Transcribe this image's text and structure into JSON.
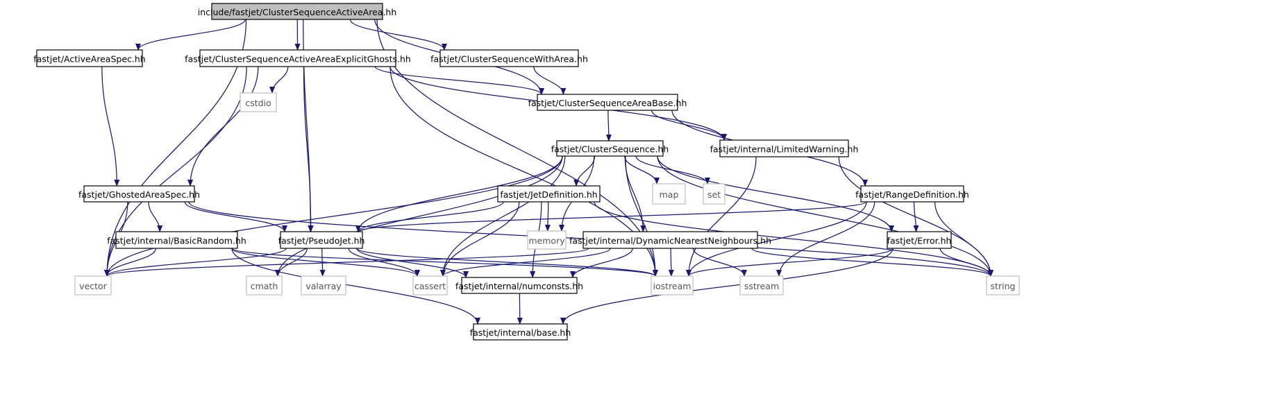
{
  "diagram": {
    "edge_color": "#191970",
    "nodes": [
      {
        "id": "main",
        "label": "include/fastjet/ClusterSequenceActiveArea.hh",
        "kind": "main"
      },
      {
        "id": "activeareaspec",
        "label": "fastjet/ActiveAreaSpec.hh",
        "kind": "local"
      },
      {
        "id": "csaaeg",
        "label": "fastjet/ClusterSequenceActiveAreaExplicitGhosts.hh",
        "kind": "local"
      },
      {
        "id": "cswitharea",
        "label": "fastjet/ClusterSequenceWithArea.hh",
        "kind": "local"
      },
      {
        "id": "csareabase",
        "label": "fastjet/ClusterSequenceAreaBase.hh",
        "kind": "local"
      },
      {
        "id": "cstdio",
        "label": "cstdio",
        "kind": "system"
      },
      {
        "id": "cs",
        "label": "fastjet/ClusterSequence.hh",
        "kind": "local"
      },
      {
        "id": "limitedwarning",
        "label": "fastjet/internal/LimitedWarning.hh",
        "kind": "local"
      },
      {
        "id": "ghostedareaspec",
        "label": "fastjet/GhostedAreaSpec.hh",
        "kind": "local"
      },
      {
        "id": "jetdef",
        "label": "fastjet/JetDefinition.hh",
        "kind": "local"
      },
      {
        "id": "map",
        "label": "map",
        "kind": "system"
      },
      {
        "id": "set",
        "label": "set",
        "kind": "system"
      },
      {
        "id": "rangedef",
        "label": "fastjet/RangeDefinition.hh",
        "kind": "local"
      },
      {
        "id": "basicrandom",
        "label": "fastjet/internal/BasicRandom.hh",
        "kind": "local"
      },
      {
        "id": "pseudojet",
        "label": "fastjet/PseudoJet.hh",
        "kind": "local"
      },
      {
        "id": "memory",
        "label": "memory",
        "kind": "system"
      },
      {
        "id": "dnn",
        "label": "fastjet/internal/DynamicNearestNeighbours.hh",
        "kind": "local"
      },
      {
        "id": "error",
        "label": "fastjet/Error.hh",
        "kind": "local"
      },
      {
        "id": "vector",
        "label": "vector",
        "kind": "system"
      },
      {
        "id": "cmath",
        "label": "cmath",
        "kind": "system"
      },
      {
        "id": "valarray",
        "label": "valarray",
        "kind": "system"
      },
      {
        "id": "cassert",
        "label": "cassert",
        "kind": "system"
      },
      {
        "id": "numconsts",
        "label": "fastjet/internal/numconsts.hh",
        "kind": "local"
      },
      {
        "id": "iostream",
        "label": "iostream",
        "kind": "system"
      },
      {
        "id": "sstream",
        "label": "sstream",
        "kind": "system"
      },
      {
        "id": "string",
        "label": "string",
        "kind": "system"
      },
      {
        "id": "base",
        "label": "fastjet/internal/base.hh",
        "kind": "local"
      }
    ],
    "edges": [
      [
        "main",
        "activeareaspec"
      ],
      [
        "main",
        "csaaeg"
      ],
      [
        "main",
        "cswitharea"
      ],
      [
        "main",
        "csareabase"
      ],
      [
        "main",
        "pseudojet"
      ],
      [
        "main",
        "iostream"
      ],
      [
        "main",
        "vector"
      ],
      [
        "activeareaspec",
        "ghostedareaspec"
      ],
      [
        "csaaeg",
        "csareabase"
      ],
      [
        "csaaeg",
        "cstdio"
      ],
      [
        "csaaeg",
        "ghostedareaspec"
      ],
      [
        "csaaeg",
        "pseudojet"
      ],
      [
        "csaaeg",
        "limitedwarning"
      ],
      [
        "csaaeg",
        "vector"
      ],
      [
        "csaaeg",
        "iostream"
      ],
      [
        "cswitharea",
        "csareabase"
      ],
      [
        "csareabase",
        "cs"
      ],
      [
        "csareabase",
        "limitedwarning"
      ],
      [
        "csareabase",
        "rangedef"
      ],
      [
        "limitedwarning",
        "iostream"
      ],
      [
        "limitedwarning",
        "string"
      ],
      [
        "cs",
        "vector"
      ],
      [
        "cs",
        "cmath"
      ],
      [
        "cs",
        "pseudojet"
      ],
      [
        "cs",
        "cassert"
      ],
      [
        "cs",
        "jetdef"
      ],
      [
        "cs",
        "memory"
      ],
      [
        "cs",
        "map"
      ],
      [
        "cs",
        "set"
      ],
      [
        "cs",
        "dnn"
      ],
      [
        "cs",
        "iostream"
      ],
      [
        "cs",
        "error"
      ],
      [
        "cs",
        "string"
      ],
      [
        "ghostedareaspec",
        "vector"
      ],
      [
        "ghostedareaspec",
        "basicrandom"
      ],
      [
        "ghostedareaspec",
        "pseudojet"
      ],
      [
        "ghostedareaspec",
        "string"
      ],
      [
        "jetdef",
        "pseudojet"
      ],
      [
        "jetdef",
        "cassert"
      ],
      [
        "jetdef",
        "memory"
      ],
      [
        "jetdef",
        "numconsts"
      ],
      [
        "jetdef",
        "string"
      ],
      [
        "rangedef",
        "pseudojet"
      ],
      [
        "rangedef",
        "error"
      ],
      [
        "rangedef",
        "iostream"
      ],
      [
        "rangedef",
        "sstream"
      ],
      [
        "rangedef",
        "string"
      ],
      [
        "basicrandom",
        "vector"
      ],
      [
        "basicrandom",
        "cassert"
      ],
      [
        "basicrandom",
        "iostream"
      ],
      [
        "basicrandom",
        "base"
      ],
      [
        "pseudojet",
        "vector"
      ],
      [
        "pseudojet",
        "cmath"
      ],
      [
        "pseudojet",
        "valarray"
      ],
      [
        "pseudojet",
        "cassert"
      ],
      [
        "pseudojet",
        "numconsts"
      ],
      [
        "pseudojet",
        "iostream"
      ],
      [
        "dnn",
        "vector"
      ],
      [
        "dnn",
        "cassert"
      ],
      [
        "dnn",
        "numconsts"
      ],
      [
        "dnn",
        "iostream"
      ],
      [
        "dnn",
        "sstream"
      ],
      [
        "dnn",
        "string"
      ],
      [
        "error",
        "iostream"
      ],
      [
        "error",
        "string"
      ],
      [
        "error",
        "base"
      ],
      [
        "numconsts",
        "base"
      ]
    ]
  }
}
